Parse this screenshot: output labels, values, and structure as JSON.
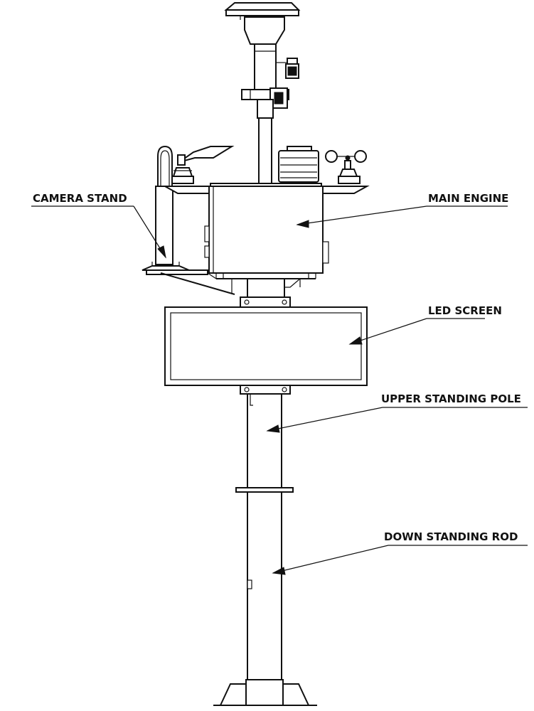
{
  "labels": {
    "camera_stand": "CAMERA STAND",
    "main_engine": "MAIN ENGINE",
    "led_screen": "LED SCREEN",
    "upper_standing_pole": "UPPER STANDING POLE",
    "down_standing_rod": "DOWN STANDING ROD"
  }
}
